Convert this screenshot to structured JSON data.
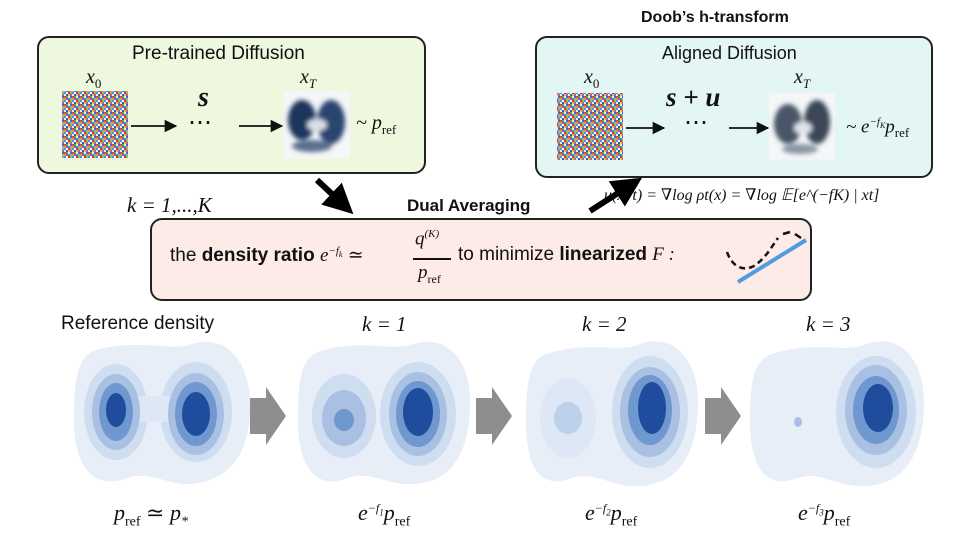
{
  "pretrained": {
    "title": "Pre-trained Diffusion",
    "x0": "x",
    "x0_sub": "0",
    "xT": "x",
    "xT_sub": "T",
    "s": "s",
    "dots": "⋯",
    "dist": "~ p",
    "dist_sub": "ref"
  },
  "aligned": {
    "header": "Doob’s h-transform",
    "title": "Aligned Diffusion",
    "x0": "x",
    "x0_sub": "0",
    "xT": "x",
    "xT_sub": "T",
    "s": "s + u",
    "dots": "⋯",
    "dist_prefix": "~ e",
    "dist_exp": "−f",
    "dist_exp_sub": "K",
    "dist_p": "p",
    "dist_sub": "ref"
  },
  "loop_label": "k = 1,...,K",
  "dual_averaging": "Dual Averaging",
  "u_formula": "u(x, t) = ∇log ρt(x) = ∇log 𝔼[e^(−fK) | xt]",
  "center": {
    "the": "the",
    "density_ratio": "density ratio",
    "lhs_e": "e",
    "lhs_exp": "−f",
    "lhs_exp_sub": "k",
    "approx": "≃",
    "num_q": "q",
    "num_sup": "(K)",
    "den_p": "p",
    "den_sub": "ref",
    "to_minimize": "to minimize",
    "linearized": "linearized",
    "F": "F :"
  },
  "densities": [
    {
      "heading": "Reference density",
      "caption_a": "p",
      "caption_a_sub": "ref",
      "caption_b": " ≃ p",
      "caption_b_sub": "*"
    },
    {
      "heading": "k = 1",
      "caption_a": "e",
      "caption_exp": "−f",
      "caption_exp_sub": "1",
      "caption_b": "p",
      "caption_b_sub": "ref"
    },
    {
      "heading": "k = 2",
      "caption_a": "e",
      "caption_exp": "−f",
      "caption_exp_sub": "2",
      "caption_b": "p",
      "caption_b_sub": "ref"
    },
    {
      "heading": "k = 3",
      "caption_a": "e",
      "caption_exp": "−f",
      "caption_exp_sub": "3",
      "caption_b": "p",
      "caption_b_sub": "ref"
    }
  ],
  "colors": {
    "pretrained_bg": "#edf8df",
    "aligned_bg": "#e3f6f4",
    "center_bg": "#fcebe6",
    "density_light": "#dde7f5",
    "density_dark": "#1f4c9c",
    "gray_arrow": "#8e8e8e"
  }
}
